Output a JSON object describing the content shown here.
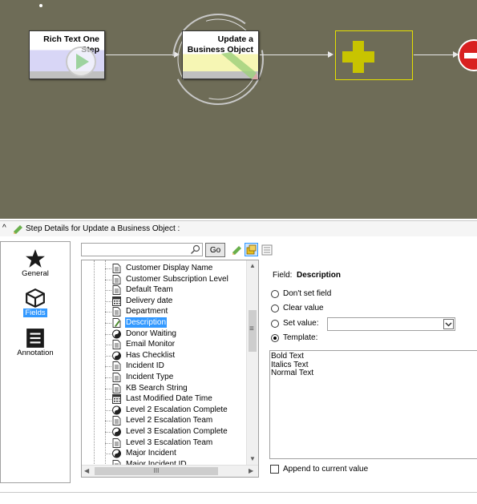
{
  "workflow": {
    "nodes": [
      {
        "label_line1": "Rich Text One",
        "label_line2": "Step"
      },
      {
        "label_line1": "Update a",
        "label_line2": "Business Object"
      }
    ]
  },
  "panel": {
    "title": "Step Details for Update a Business Object :"
  },
  "nav": {
    "items": [
      {
        "label": "General"
      },
      {
        "label": "Fields"
      },
      {
        "label": "Annotation"
      }
    ]
  },
  "search": {
    "value": "",
    "go_label": "Go"
  },
  "tree": {
    "items": [
      {
        "label": "Customer Display Name",
        "icon": "text-field-icon"
      },
      {
        "label": "Customer Subscription Level",
        "icon": "text-field-icon"
      },
      {
        "label": "Default Team",
        "icon": "text-field-icon"
      },
      {
        "label": "Delivery date",
        "icon": "date-field-icon"
      },
      {
        "label": "Department",
        "icon": "text-field-icon"
      },
      {
        "label": "Description",
        "icon": "text-edit-field-icon"
      },
      {
        "label": "Donor Waiting",
        "icon": "boolean-field-icon"
      },
      {
        "label": "Email Monitor",
        "icon": "text-field-icon"
      },
      {
        "label": "Has Checklist",
        "icon": "boolean-field-icon"
      },
      {
        "label": "Incident ID",
        "icon": "text-field-icon"
      },
      {
        "label": "Incident Type",
        "icon": "text-field-icon"
      },
      {
        "label": "KB Search String",
        "icon": "text-field-icon"
      },
      {
        "label": "Last Modified Date Time",
        "icon": "date-field-icon"
      },
      {
        "label": "Level 2 Escalation Complete",
        "icon": "boolean-field-icon"
      },
      {
        "label": "Level 2 Escalation Team",
        "icon": "text-field-icon"
      },
      {
        "label": "Level 3 Escalation Complete",
        "icon": "boolean-field-icon"
      },
      {
        "label": "Level 3 Escalation Team",
        "icon": "text-field-icon"
      },
      {
        "label": "Major Incident",
        "icon": "boolean-field-icon"
      },
      {
        "label": "Major Incident ID",
        "icon": "text-field-icon"
      }
    ],
    "selected": "Description",
    "hscroll_label": "III",
    "vscroll_grip": "≡"
  },
  "details": {
    "field_label": "Field:",
    "field_value": "Description",
    "options": {
      "dont_set": "Don't set field",
      "clear": "Clear value",
      "set": "Set value:",
      "template": "Template:"
    },
    "selected_option": "template",
    "template_lines": [
      "Bold Text",
      "Italics Text",
      "Normal Text"
    ],
    "append_label": "Append to current value"
  },
  "colors": {
    "canvas_bg": "#6e6c57",
    "selection": "#3399ff",
    "add_step_yellow": "#c8c400"
  }
}
